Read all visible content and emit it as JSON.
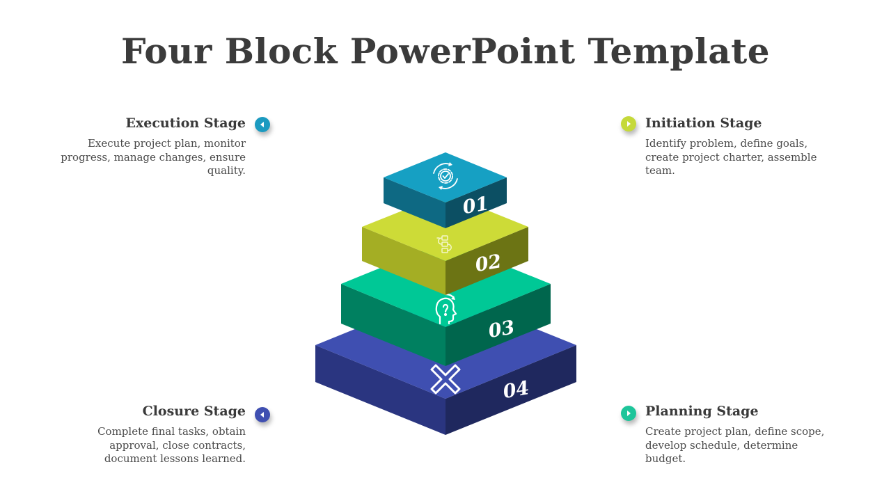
{
  "title": "Four Block PowerPoint Template",
  "stages": {
    "execution": {
      "title": "Execution Stage",
      "desc": "Execute project plan, monitor progress, manage changes, ensure quality.",
      "color": "#1b9ac0"
    },
    "initiation": {
      "title": "Initiation Stage",
      "desc": "Identify problem, define goals, create project charter, assemble team.",
      "color": "#c5d93a"
    },
    "closure": {
      "title": "Closure Stage",
      "desc": "Complete final tasks, obtain approval, close contracts, document lessons learned.",
      "color": "#3f4fb1"
    },
    "planning": {
      "title": "Planning Stage",
      "desc": "Create project plan, define scope, develop schedule, determine budget.",
      "color": "#1dc59a"
    }
  },
  "blocks": [
    {
      "number": "01",
      "icon": "gear-check-icon",
      "top": "#16a0c3",
      "left": "#0e6983",
      "right": "#0c4f63"
    },
    {
      "number": "02",
      "icon": "process-steps-icon",
      "top": "#cddb37",
      "left": "#a4ae24",
      "right": "#6c7414"
    },
    {
      "number": "03",
      "icon": "head-idea-icon",
      "top": "#00c896",
      "left": "#008060",
      "right": "#00664d"
    },
    {
      "number": "04",
      "icon": "close-cross-icon",
      "top": "#3f4fb1",
      "left": "#2a3580",
      "right": "#1f285e"
    }
  ]
}
